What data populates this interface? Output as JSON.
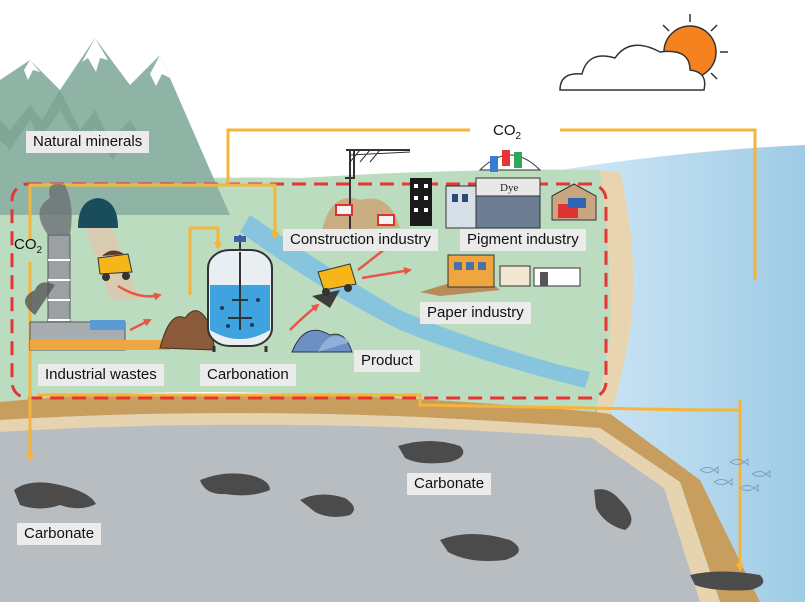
{
  "labels": {
    "natural_minerals": "Natural minerals",
    "co2_top": {
      "main": "CO",
      "sub": "2"
    },
    "co2_left": {
      "main": "CO",
      "sub": "2"
    },
    "construction_industry": "Construction industry",
    "pigment_industry": "Pigment industry",
    "paper_industry": "Paper industry",
    "industrial_wastes": "Industrial wastes",
    "carbonation": "Carbonation",
    "product": "Product",
    "carbonate_middle": "Carbonate",
    "carbonate_left": "Carbonate",
    "dye_sign": "Dye"
  },
  "colors": {
    "flow_arrow": "#f5b43a",
    "process_arrow": "#e8564a",
    "boundary_dash": "#e53535",
    "mountain": "#8fb2a3",
    "snow": "#ffffff",
    "land": "#b8d8bc",
    "sea": "#9fc8e4",
    "river": "#7fc0de",
    "bedrock": "#b6bcc0",
    "soil_band": "#c49a5a",
    "sun": "#f5821f",
    "reactor_liquid": "#3ea3de",
    "carbonate_rock": "#4a4a4a"
  }
}
